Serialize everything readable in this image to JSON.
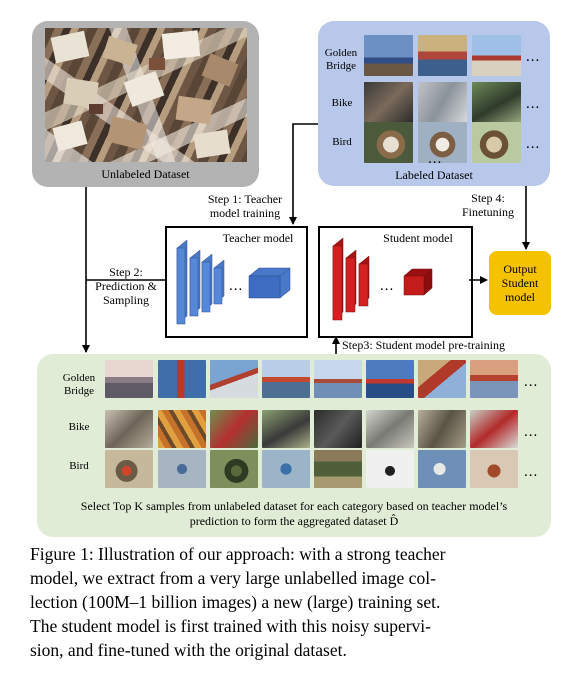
{
  "unlabeled_dataset": {
    "label": "Unlabeled Dataset"
  },
  "labeled_dataset": {
    "label": "Labeled Dataset",
    "rows": [
      "Golden Bridge",
      "Bike",
      "Bird"
    ],
    "ellipsis": "..."
  },
  "teacher_model": {
    "label": "Teacher model",
    "ellipsis": "..."
  },
  "student_model": {
    "label": "Student model",
    "ellipsis": "..."
  },
  "output_model": {
    "label": "Output Student model"
  },
  "steps": {
    "step1": "Step 1: Teacher model training",
    "step2": "Step 2: Prediction & Sampling",
    "step3": "Step3: Student model pre-training",
    "step4": "Step 4: Finetuning"
  },
  "aggregated_dataset": {
    "rows": [
      "Golden Bridge",
      "Bike",
      "Bird"
    ],
    "ellipsis": "...",
    "description": "Select Top K samples from unlabeled dataset for each category based on teacher model’s prediction to form the aggregated dataset D̂"
  },
  "caption": {
    "lines": [
      "Figure 1: Illustration of our approach: with a strong teacher",
      "model, we extract from a very large unlabelled image col-",
      "lection (100M–1 billion images) a new (large) training set.",
      "The student model is first trained with this noisy supervi-",
      "sion, and fine-tuned with the original dataset."
    ]
  },
  "colors": {
    "unlabeled_panel": "#b4b4b4",
    "labeled_panel": "#b8c8ea",
    "aggregated_panel": "#e0ecd6",
    "teacher_blocks": "#4a78c8",
    "student_blocks": "#c41b1b",
    "output_box": "#f5c200"
  }
}
